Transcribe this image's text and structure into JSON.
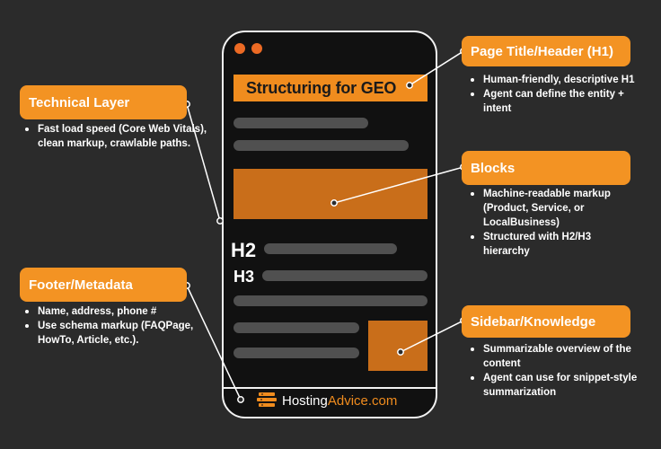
{
  "phone": {
    "title_box_text": "Structuring for GEO",
    "h2_label": "H2",
    "h3_label": "H3",
    "logo": {
      "part1": "Hosting",
      "part2": "Advice.com"
    }
  },
  "callouts": {
    "page_title": {
      "title": "Page Title/Header (H1)",
      "bullets": [
        "Human-friendly, descriptive H1",
        "Agent can define the entity + intent"
      ]
    },
    "technical": {
      "title": "Technical Layer",
      "bullets": [
        "Fast load speed (Core Web Vitals), clean markup, crawlable paths."
      ]
    },
    "blocks": {
      "title": "Blocks",
      "bullets": [
        "Machine-readable markup (Product, Service, or LocalBusiness)",
        "Structured with H2/H3 hierarchy"
      ]
    },
    "footer": {
      "title": "Footer/Metadata",
      "bullets": [
        "Name, address, phone #",
        "Use schema markup (FAQPage, HowTo, Article, etc.)."
      ]
    },
    "sidebar": {
      "title": "Sidebar/Knowledge",
      "bullets": [
        "Summarizable overview of the content",
        "Agent can use for snippet-style summarization"
      ]
    }
  },
  "colors": {
    "background": "#2b2b2b",
    "accent": "#f39323",
    "block": "#c96e1a",
    "dot": "#ec6a24"
  }
}
